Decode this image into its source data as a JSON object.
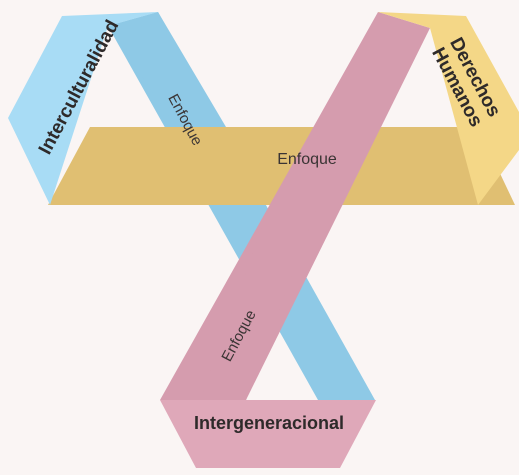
{
  "diagram": {
    "colors": {
      "background": "#faf5f4",
      "blue": "#8ec9e6",
      "blue_light": "#a8dcf5",
      "pink": "#d59cae",
      "pink_light": "#dfa8b9",
      "gold": "#e0bf72",
      "gold_light": "#f4d787",
      "text": "#2e2a2a"
    },
    "corners": {
      "left": "Interculturalidad",
      "right_line1": "Derechos",
      "right_line2": "Humanos",
      "bottom": "Intergeneracional"
    },
    "bands": {
      "blue": "Enfoque",
      "gold": "Enfoque",
      "pink": "Enfoque"
    }
  }
}
